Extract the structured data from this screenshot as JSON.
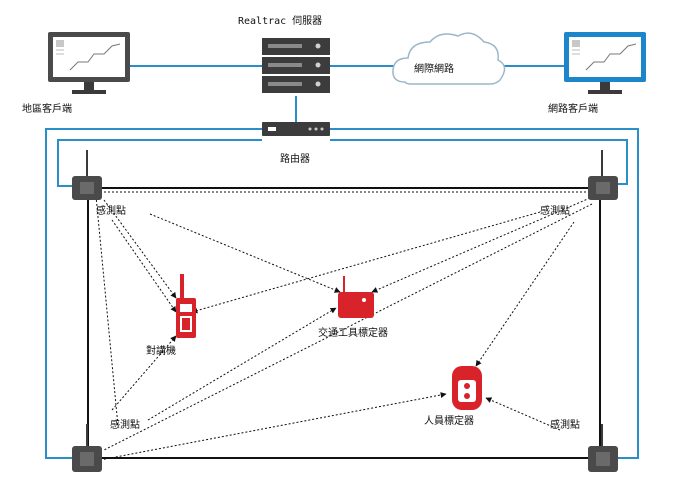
{
  "labels": {
    "server": "Realtrac 伺服器",
    "cloud": "網際網路",
    "local_client": "地區客戶端",
    "web_client": "網路客戶端",
    "router": "路由器",
    "sensor_tl": "感測點",
    "sensor_tr": "感測點",
    "sensor_bl": "感測點",
    "sensor_br": "感測點",
    "radio": "對講機",
    "vehicle_tag": "交通工具標定器",
    "person_tag": "人員標定器"
  },
  "colors": {
    "network_line": "#2a8fc8",
    "monitor_blue": "#1b86c9",
    "device_dark": "#3a3a3a",
    "tag_red": "#d9232a",
    "boundary": "#111111"
  }
}
